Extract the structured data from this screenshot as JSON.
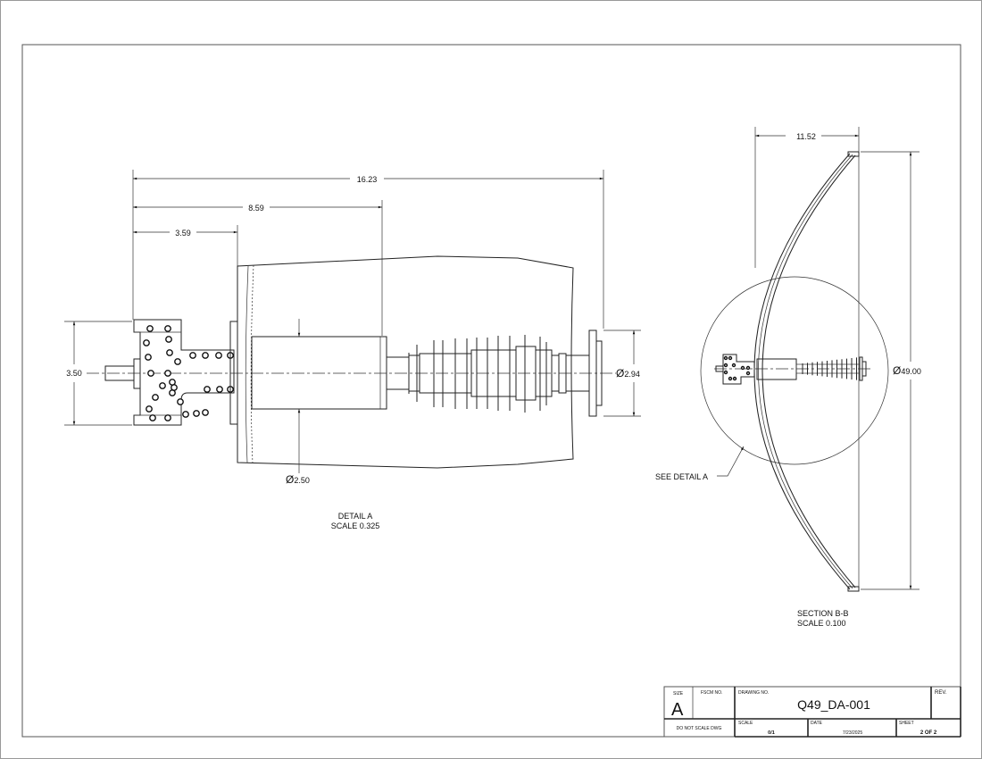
{
  "detail_a": {
    "title": "DETAIL  A",
    "scale": "SCALE  0.325",
    "dims": {
      "overall_length": "16.23",
      "to_cylinder_end": "8.59",
      "to_plate": "3.59",
      "mount_height": "3.50",
      "cylinder_diameter": "2.50",
      "flange_diameter": "2.94"
    }
  },
  "section_bb": {
    "title": "SECTION  B-B",
    "scale": "SCALE   0.100",
    "callout": "SEE DETAIL  A",
    "dims": {
      "depth": "11.52",
      "diameter": "49.00"
    }
  },
  "diameter_symbol": "Ø",
  "title_block": {
    "size_label": "SIZE",
    "size_value": "A",
    "fscm_label": "FSCM NO.",
    "drawing_no_label": "DRAWING NO.",
    "drawing_no": "Q49_DA-001",
    "rev_label": "REV.",
    "do_not_scale": "DO NOT SCALE DWG",
    "scale_label": "SCALE",
    "scale_value": "0/1",
    "date_label": "DATE",
    "date_value": "7/23/2025",
    "sheet_label": "SHEET",
    "sheet_value": "2 OF 2"
  }
}
